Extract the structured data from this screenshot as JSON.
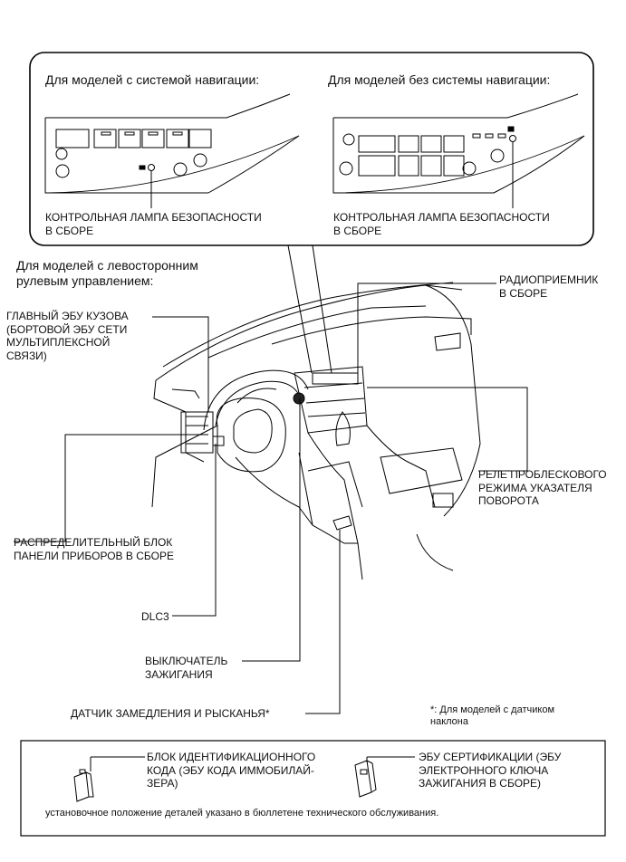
{
  "inset": {
    "left_header": "Для моделей с системой навигации:",
    "right_header": "Для моделей без системы навигации:",
    "left_label": "КОНТРОЛЬНАЯ ЛАМПА БЕЗОПАСНОСТИ\nВ СБОРЕ",
    "right_label": "КОНТРОЛЬНАЯ ЛАМПА БЕЗОПАСНОСТИ\nВ СБОРЕ"
  },
  "main": {
    "section_title": "Для моделей с левосторонним\nрулевым управлением:",
    "labels": {
      "main_body_ecu": "ГЛАВНЫЙ ЭБУ КУЗОВА\n(БОРТОВОЙ ЭБУ СЕТИ\nМУЛЬТИПЛЕКСНОЙ\nСВЯЗИ)",
      "radio_receiver": "РАДИОПРИЕМНИК\nВ СБОРЕ",
      "flasher_relay": "РЕЛЕ ПРОБЛЕСКОВОГО\nРЕЖИМА УКАЗАТЕЛЯ\nПОВОРОТА",
      "junction_block": "РАСПРЕДЕЛИТЕЛЬНЫЙ БЛОК\nПАНЕЛИ ПРИБОРОВ В СБОРЕ",
      "dlc3": "DLC3",
      "ignition_switch": "ВЫКЛЮЧАТЕЛЬ\nЗАЖИГАНИЯ",
      "yaw_sensor": "ДАТЧИК ЗАМЕДЛЕНИЯ И РЫСКАНЬЯ*"
    },
    "footnote": "*: Для моделей с датчиком\nнаклона"
  },
  "legend": {
    "transponder": "БЛОК ИДЕНТИФИКАЦИОННОГО\nКОДА (ЭБУ КОДА ИММОБИЛАЙ-\nЗЕРА)",
    "cert_ecu": "ЭБУ СЕРТИФИКАЦИИ (ЭБУ\nЭЛЕКТРОННОГО КЛЮЧА\nЗАЖИГАНИЯ В СБОРЕ)",
    "note": "установочное положение деталей указано в бюллетене технического обслуживания."
  }
}
